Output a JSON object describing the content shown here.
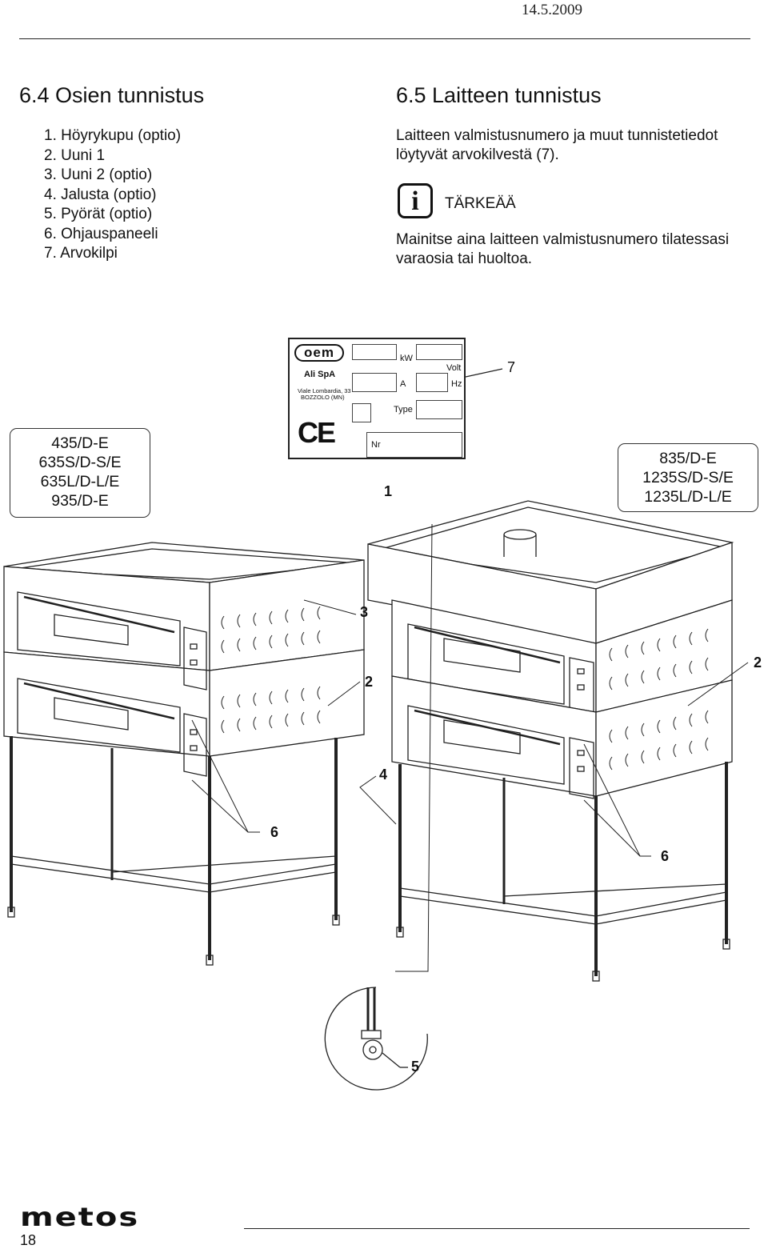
{
  "header": {
    "date": "14.5.2009"
  },
  "section_parts": {
    "title": "6.4 Osien tunnistus",
    "items": [
      "1. Höyrykupu (optio)",
      "2. Uuni 1",
      "3. Uuni 2 (optio)",
      "4. Jalusta (optio)",
      "5. Pyörät (optio)",
      "6. Ohjauspaneeli",
      "7. Arvokilpi"
    ]
  },
  "section_device": {
    "title": "6.5 Laitteen tunnistus",
    "line1": "Laitteen valmistusnumero ja muut tunnistetiedot",
    "line2": "löytyvät arvokilvestä (7).",
    "info_icon": "i",
    "important_label": "TÄRKEÄÄ",
    "note1": "Mainitse aina laitteen valmistusnumero tilatessasi",
    "note2": "varaosia tai huoltoa."
  },
  "rating_plate": {
    "logo": "oem",
    "company": "Ali SpA",
    "address1": "Viale Lombardia, 33",
    "address2": "BOZZOLO (MN)",
    "ce_mark": "CE",
    "kw": "kW",
    "volt": "Volt",
    "amp": "A",
    "hz": "Hz",
    "type": "Type",
    "nr": "Nr",
    "callout": "7"
  },
  "models_left": [
    "435/D-E",
    "635S/D-S/E",
    "635L/D-L/E",
    "935/D-E"
  ],
  "models_right": [
    "835/D-E",
    "1235S/D-S/E",
    "1235L/D-L/E"
  ],
  "callouts": {
    "c1": "1",
    "c2a": "2",
    "c2b": "2",
    "c3": "3",
    "c4": "4",
    "c6a": "6",
    "c6b": "6",
    "c5": "5"
  },
  "footer": {
    "logo": "metos",
    "page": "18"
  }
}
